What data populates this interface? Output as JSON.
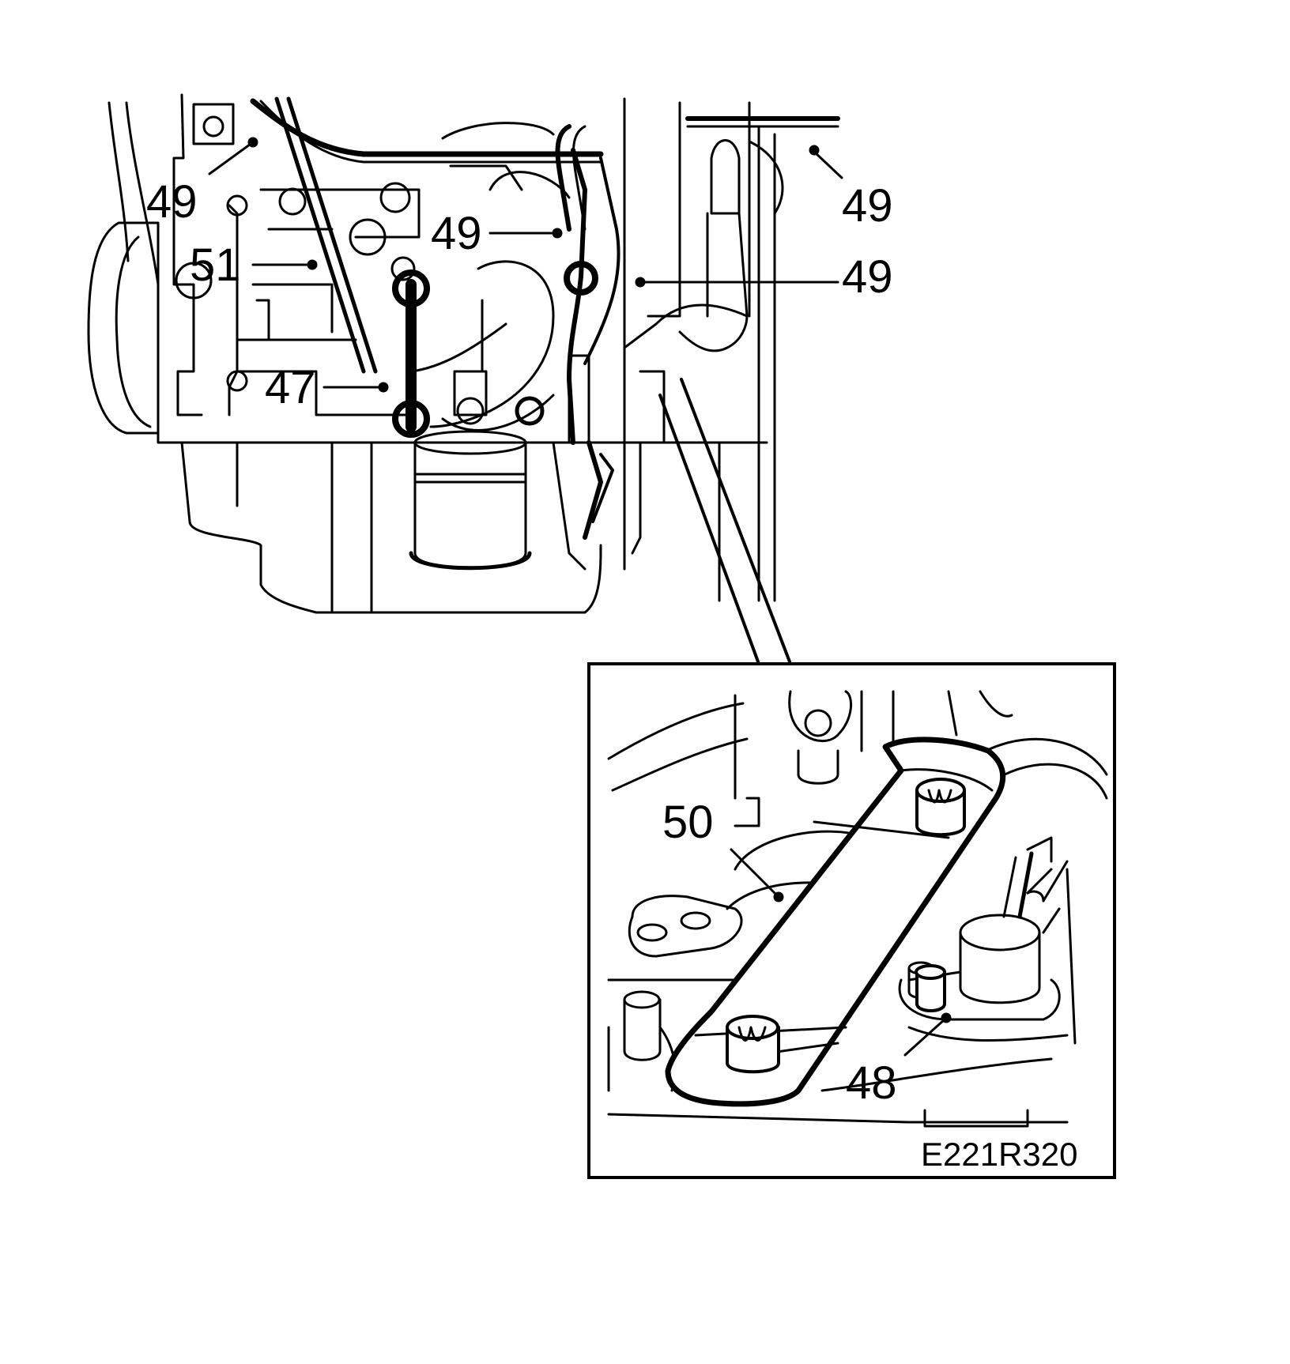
{
  "callouts": [
    {
      "id": "c1",
      "text": "49"
    },
    {
      "id": "c2",
      "text": "49"
    },
    {
      "id": "c3",
      "text": "49"
    },
    {
      "id": "c4",
      "text": "49"
    },
    {
      "id": "c5",
      "text": "51"
    },
    {
      "id": "c6",
      "text": "47"
    },
    {
      "id": "c7",
      "text": "50"
    },
    {
      "id": "c8",
      "text": "48"
    }
  ],
  "figure_code": "E221R320",
  "colors": {
    "ink": "#000000",
    "paper": "#ffffff"
  }
}
